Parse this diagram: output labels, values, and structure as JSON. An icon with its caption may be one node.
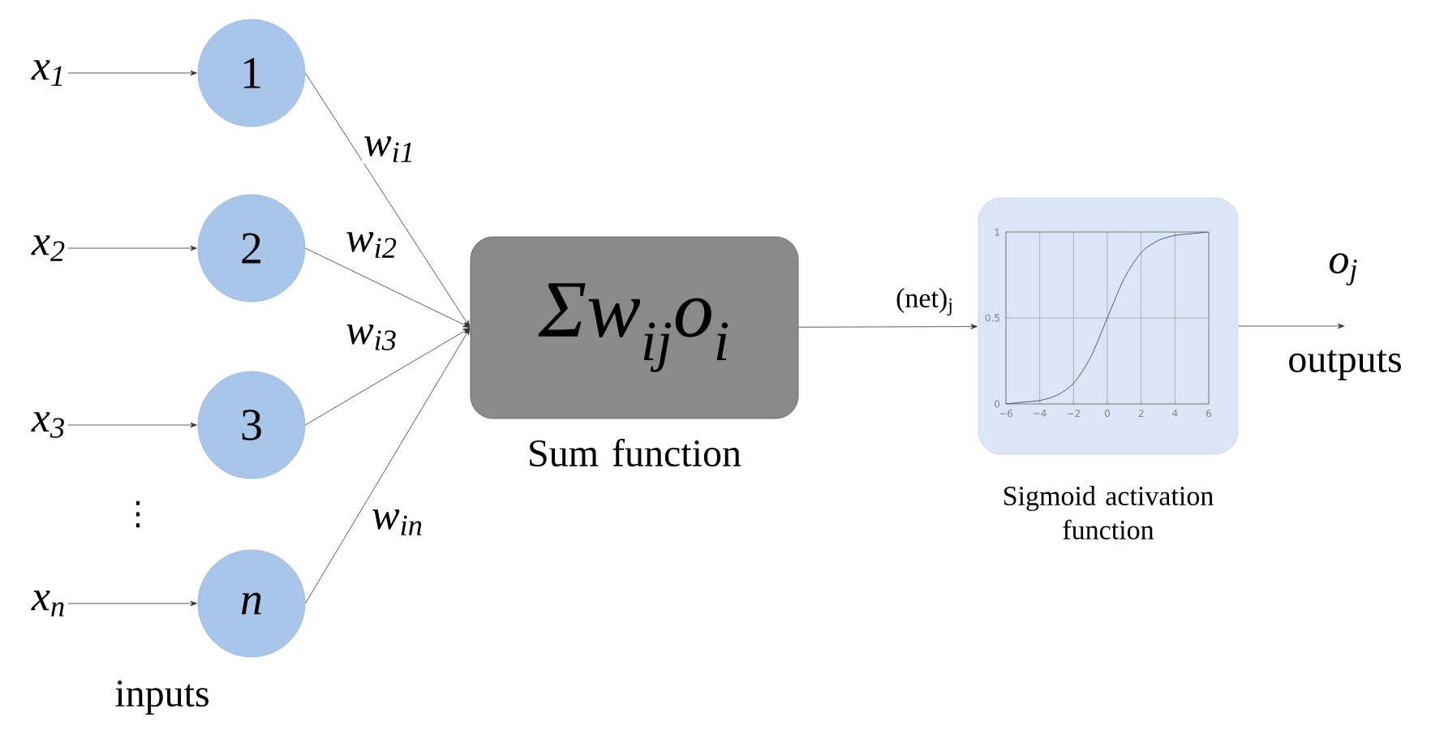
{
  "diagram": {
    "nodes": [
      {
        "text": [
          "x$_{1}$"
        ]
      },
      {
        "text": [
          "x$_{2}$"
        ]
      },
      {
        "text": [
          "x$_{3}$"
        ]
      },
      {
        "text": [
          "x$_{n}$"
        ]
      },
      {
        "text": [
          "1"
        ]
      },
      {
        "text": [
          "2"
        ]
      },
      {
        "text": [
          "3"
        ]
      },
      {
        "text": [
          "n"
        ]
      },
      {
        "text": [
          "Σw$_{ij}$o$_{i}$"
        ],
        "beside": [
          "Sum function"
        ]
      },
      {
        "text": [],
        "shape": "box",
        "beside": [
          "Sigmoid activation function"
        ]
      },
      {
        "text": [
          "outputs"
        ]
      }
    ],
    "edges": [
      {
        "from": 0,
        "to": 4,
        "arrow": "to"
      },
      {
        "from": 1,
        "to": 5,
        "arrow": "to"
      },
      {
        "from": 2,
        "to": 6,
        "arrow": "to"
      },
      {
        "from": 3,
        "to": 7,
        "arrow": "to"
      },
      {
        "from": 4,
        "to": 8,
        "arrow": "to",
        "label": "w$_{i1}$"
      },
      {
        "from": 5,
        "to": 8,
        "arrow": "to",
        "label": "w$_{i2}$"
      },
      {
        "from": 6,
        "to": 8,
        "arrow": "to",
        "label": "w$_{i3}$"
      },
      {
        "from": 7,
        "to": 8,
        "arrow": "to",
        "label": "w$_{in}$"
      },
      {
        "from": 8,
        "to": 9,
        "arrow": "to",
        "label": "(net)$_{j}$"
      },
      {
        "from": 9,
        "to": 10,
        "arrow": "to",
        "label": "o$_{j}$"
      }
    ],
    "labels": [
      "⋮",
      "inputs"
    ],
    "chart_data": {
      "type": "line",
      "x": [
        -6,
        -5,
        -4,
        -3,
        -2,
        -1,
        0,
        1,
        2,
        3,
        4,
        5,
        6
      ],
      "series": [
        {
          "color": "#2b3a55",
          "values": [
            0,
            0.01,
            0.02,
            0.05,
            0.12,
            0.27,
            0.5,
            0.73,
            0.88,
            0.95,
            0.98,
            0.99,
            1
          ]
        }
      ],
      "grid": true,
      "xlim": [
        -6,
        6
      ],
      "ylim": [
        0,
        1
      ],
      "xticks": [
        {
          "value": -6,
          "label": "−6"
        },
        {
          "value": -4,
          "label": "−4"
        },
        {
          "value": -2,
          "label": "−2"
        },
        {
          "value": 0,
          "label": "0"
        },
        {
          "value": 2,
          "label": "2"
        },
        {
          "value": 4,
          "label": "4"
        },
        {
          "value": 6,
          "label": "6"
        }
      ],
      "yticks": [
        {
          "value": 0,
          "label": "0"
        },
        {
          "value": 0.5,
          "label": "0.5"
        },
        {
          "value": 1,
          "label": "1"
        }
      ]
    }
  }
}
